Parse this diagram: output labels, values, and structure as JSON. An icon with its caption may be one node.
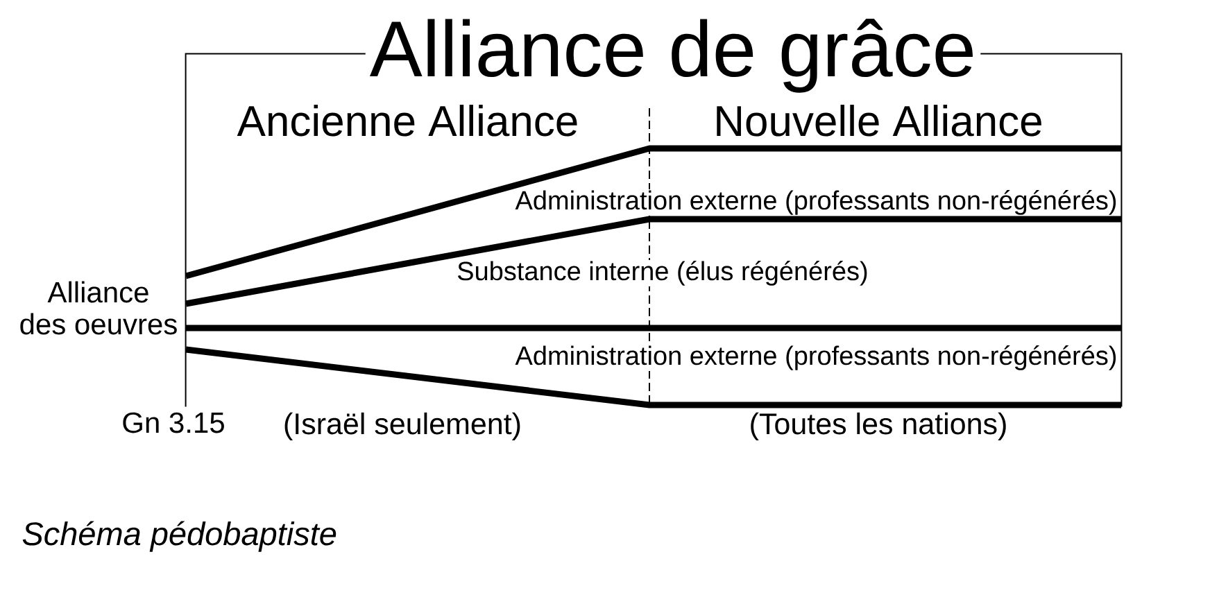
{
  "diagram": {
    "caption": "Schéma pédobaptiste",
    "nodes": [
      {
        "text": [
          "Alliance de grâce"
        ]
      }
    ],
    "labels": [
      "Ancienne Alliance",
      "Nouvelle Alliance",
      "Administration externe (professants non-régénérés)",
      "Substance interne (élus régénérés)",
      "Alliance des oeuvres",
      "Administration externe (professants non-régénérés)",
      "Gn 3.15",
      "(Israël seulement)",
      "(Toutes les nations)"
    ]
  }
}
